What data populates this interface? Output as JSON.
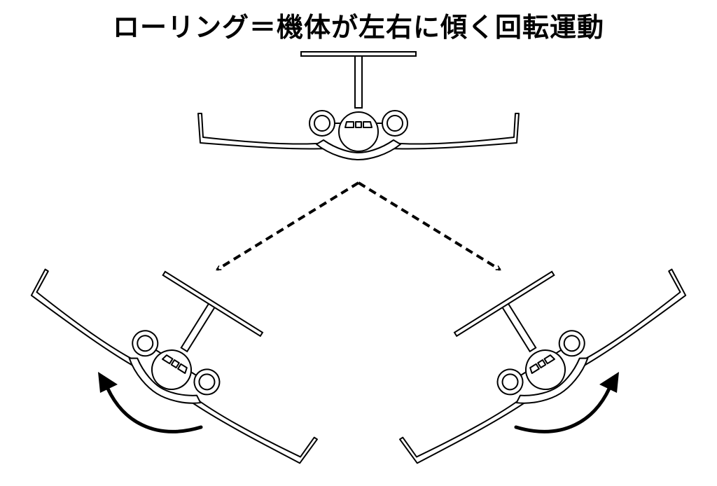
{
  "title": "ローリング＝機体が左右に傾く回転運動",
  "colors": {
    "line": "#000000",
    "fill": "#ffffff"
  },
  "aircraft": [
    {
      "id": "level",
      "roll_deg": 0
    },
    {
      "id": "roll-left",
      "roll_deg": 32
    },
    {
      "id": "roll-right",
      "roll_deg": -32
    }
  ],
  "icons": [
    "dashed-arrow-icon",
    "curved-roll-arrow-icon",
    "airplane-icon"
  ]
}
